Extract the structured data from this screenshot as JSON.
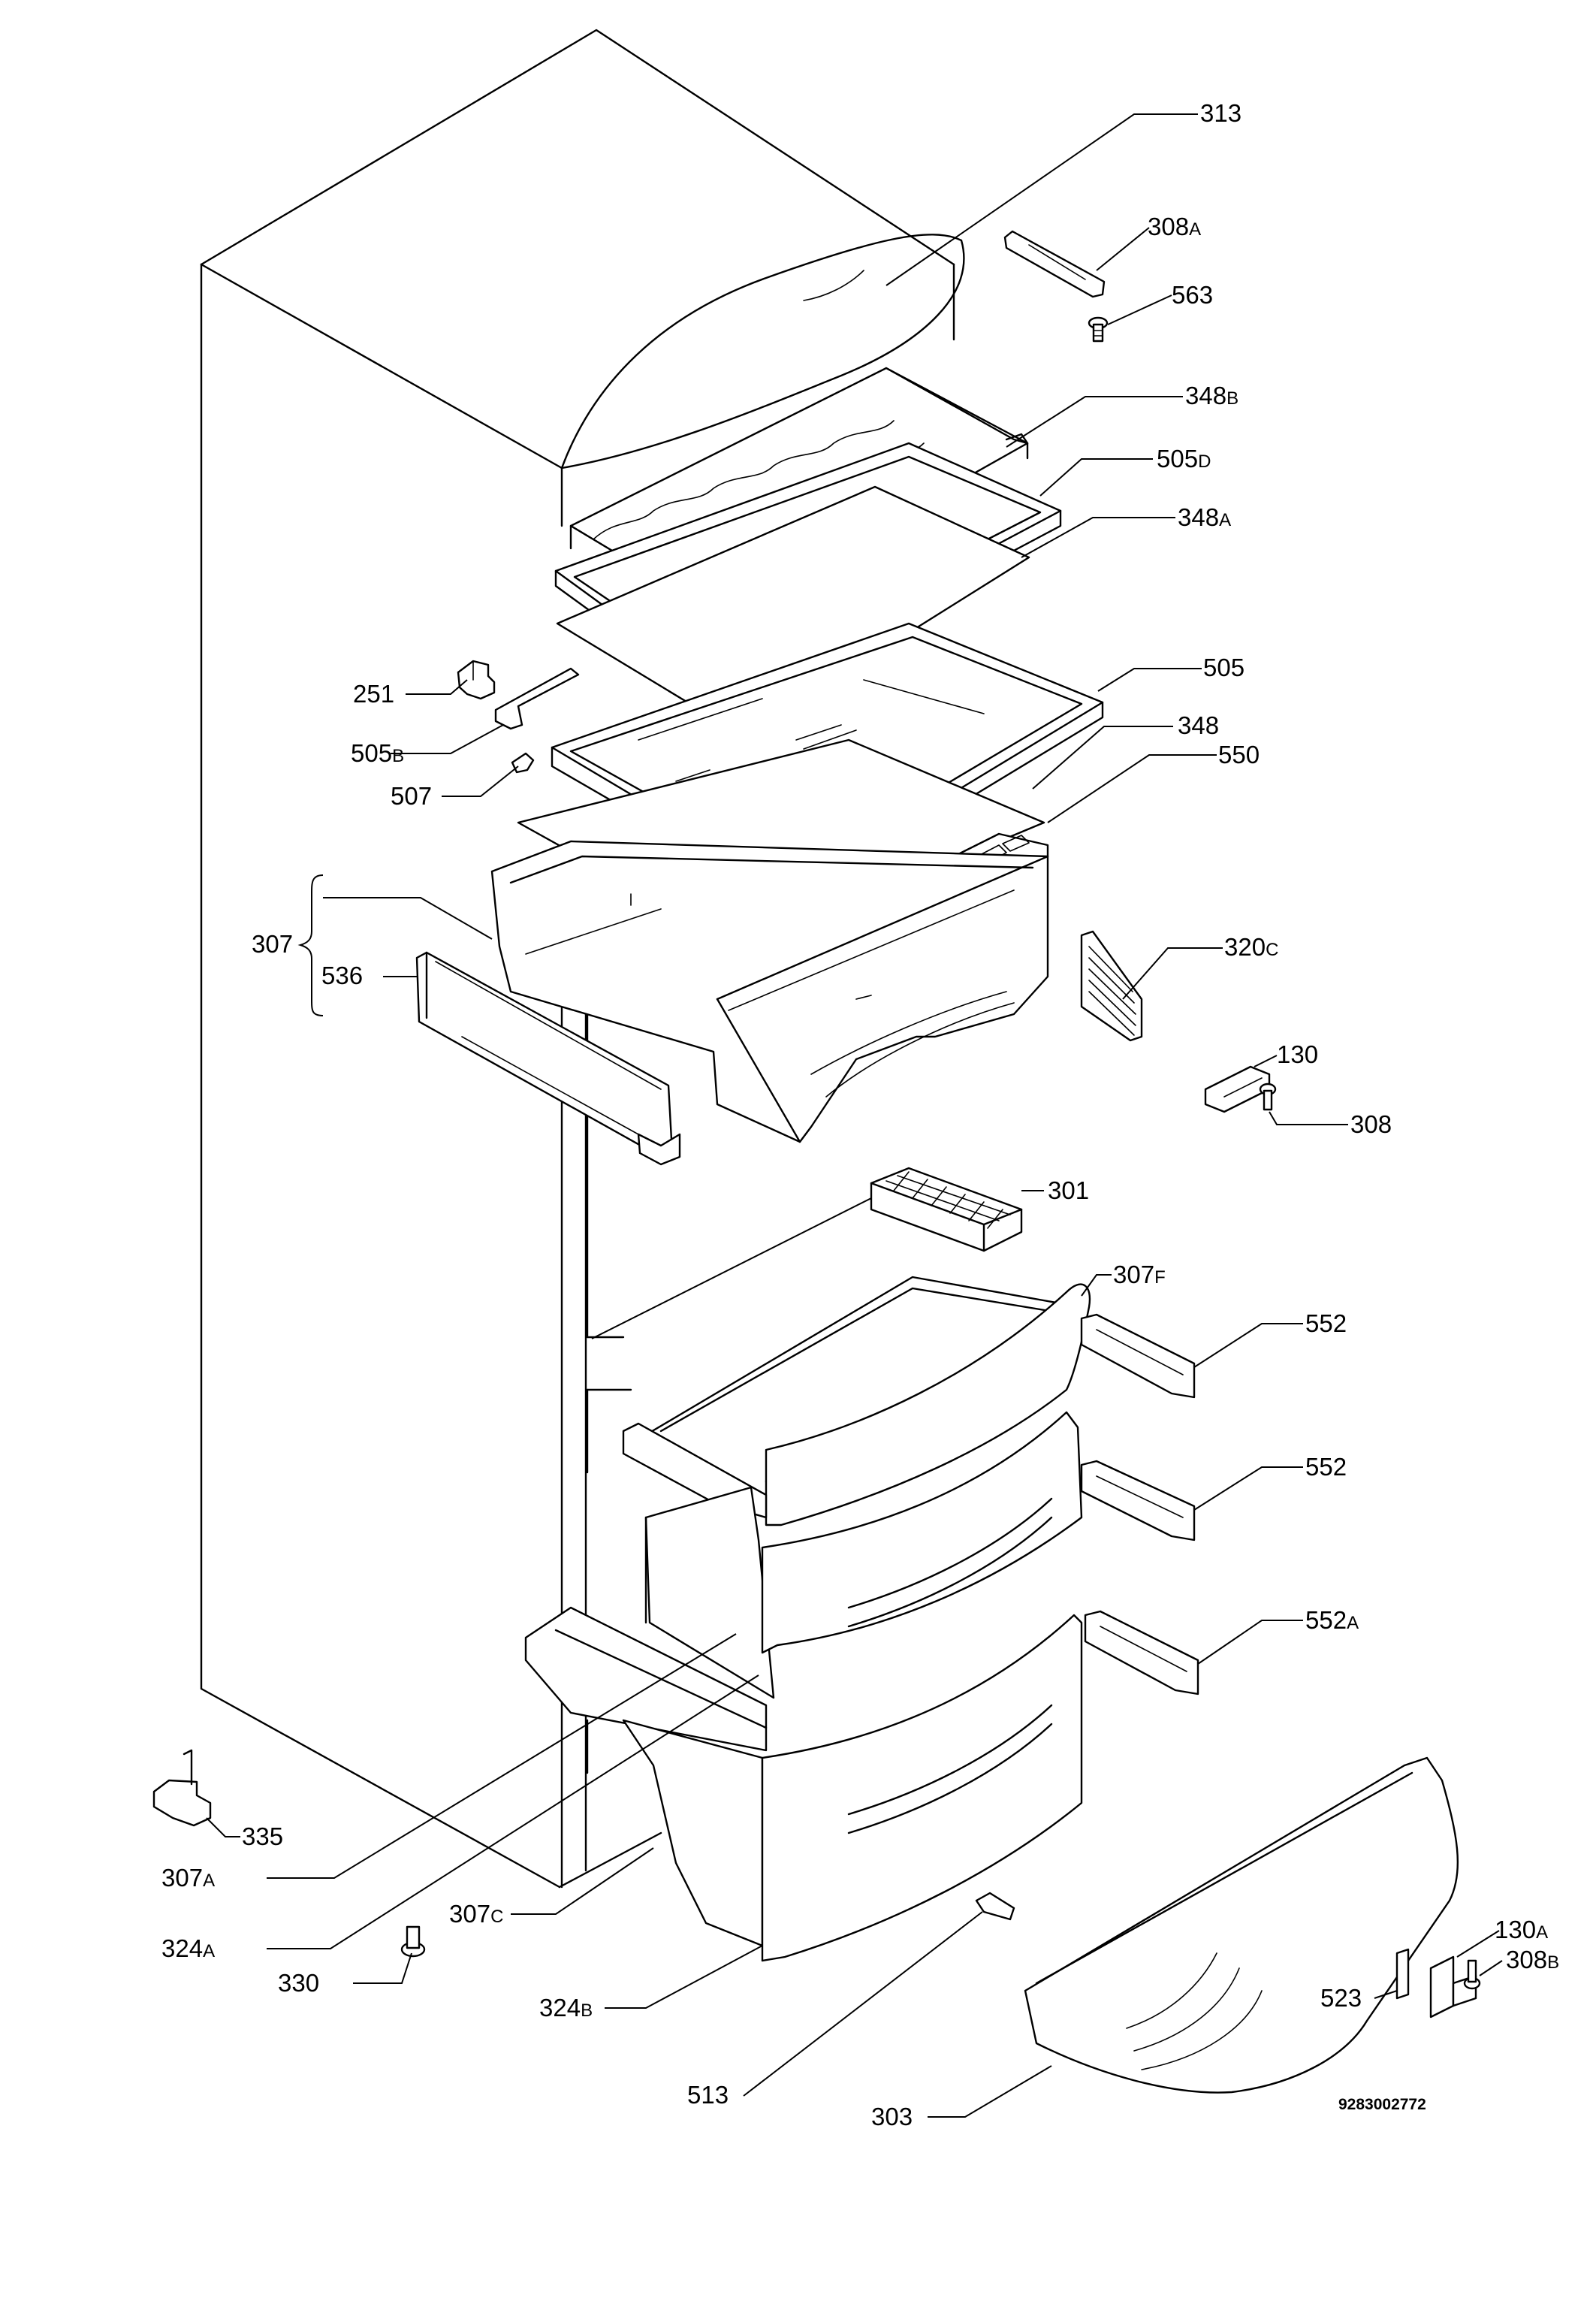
{
  "callouts": [
    {
      "id": "c313",
      "num": "313",
      "suffix": ""
    },
    {
      "id": "c308a",
      "num": "308",
      "suffix": "A"
    },
    {
      "id": "c563",
      "num": "563",
      "suffix": ""
    },
    {
      "id": "c348b",
      "num": "348",
      "suffix": "B"
    },
    {
      "id": "c505d",
      "num": "505",
      "suffix": "D"
    },
    {
      "id": "c348a",
      "num": "348",
      "suffix": "A"
    },
    {
      "id": "c251",
      "num": "251",
      "suffix": ""
    },
    {
      "id": "c505",
      "num": "505",
      "suffix": ""
    },
    {
      "id": "c505b",
      "num": "505",
      "suffix": "B"
    },
    {
      "id": "c348",
      "num": "348",
      "suffix": ""
    },
    {
      "id": "c507",
      "num": "507",
      "suffix": ""
    },
    {
      "id": "c550",
      "num": "550",
      "suffix": ""
    },
    {
      "id": "c307",
      "num": "307",
      "suffix": ""
    },
    {
      "id": "c536",
      "num": "536",
      "suffix": ""
    },
    {
      "id": "c320c",
      "num": "320",
      "suffix": "C"
    },
    {
      "id": "c130",
      "num": "130",
      "suffix": ""
    },
    {
      "id": "c308",
      "num": "308",
      "suffix": ""
    },
    {
      "id": "c301",
      "num": "301",
      "suffix": ""
    },
    {
      "id": "c307f",
      "num": "307",
      "suffix": "F"
    },
    {
      "id": "c552t",
      "num": "552",
      "suffix": ""
    },
    {
      "id": "c552m",
      "num": "552",
      "suffix": ""
    },
    {
      "id": "c552a",
      "num": "552",
      "suffix": "A"
    },
    {
      "id": "c335",
      "num": "335",
      "suffix": ""
    },
    {
      "id": "c307a",
      "num": "307",
      "suffix": "A"
    },
    {
      "id": "c307c",
      "num": "307",
      "suffix": "C"
    },
    {
      "id": "c324a",
      "num": "324",
      "suffix": "A"
    },
    {
      "id": "c130a",
      "num": "130",
      "suffix": "A"
    },
    {
      "id": "c330",
      "num": "330",
      "suffix": ""
    },
    {
      "id": "c308b",
      "num": "308",
      "suffix": "B"
    },
    {
      "id": "c523",
      "num": "523",
      "suffix": ""
    },
    {
      "id": "c324b",
      "num": "324",
      "suffix": "B"
    },
    {
      "id": "c513",
      "num": "513",
      "suffix": ""
    },
    {
      "id": "c303",
      "num": "303",
      "suffix": ""
    }
  ],
  "drawing_code": "9283002772"
}
